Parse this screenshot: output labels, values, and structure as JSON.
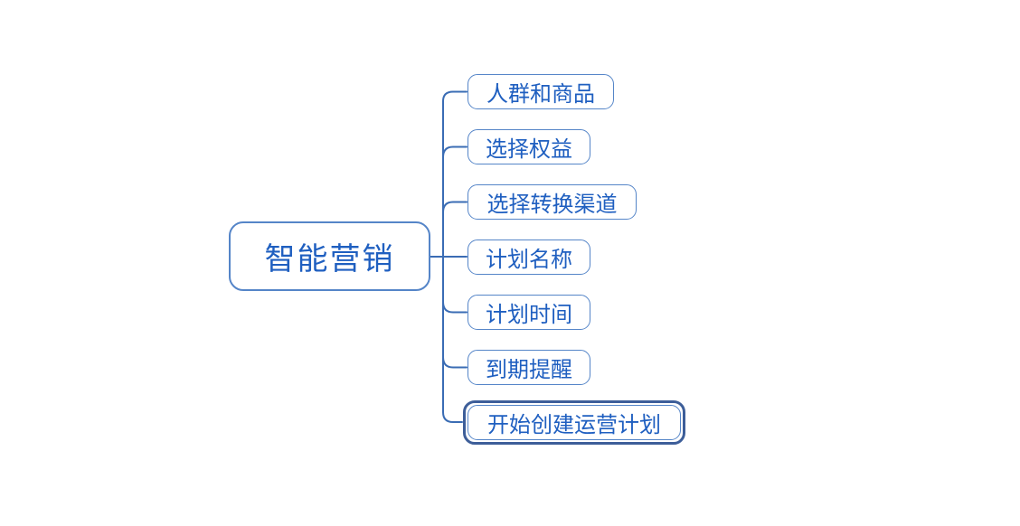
{
  "diagram": {
    "type": "mindmap",
    "root": {
      "label": "智能营销"
    },
    "children": [
      {
        "label": "人群和商品",
        "selected": false
      },
      {
        "label": "选择权益",
        "selected": false
      },
      {
        "label": "选择转换渠道",
        "selected": false
      },
      {
        "label": "计划名称",
        "selected": false
      },
      {
        "label": "计划时间",
        "selected": false
      },
      {
        "label": "到期提醒",
        "selected": false
      },
      {
        "label": "开始创建运营计划",
        "selected": true
      }
    ],
    "colors": {
      "background": "#ffffff",
      "node_border": "#5585c8",
      "connector": "#3a6cb4",
      "text": "#1f5fc0",
      "selection": "#3d5e99"
    }
  }
}
